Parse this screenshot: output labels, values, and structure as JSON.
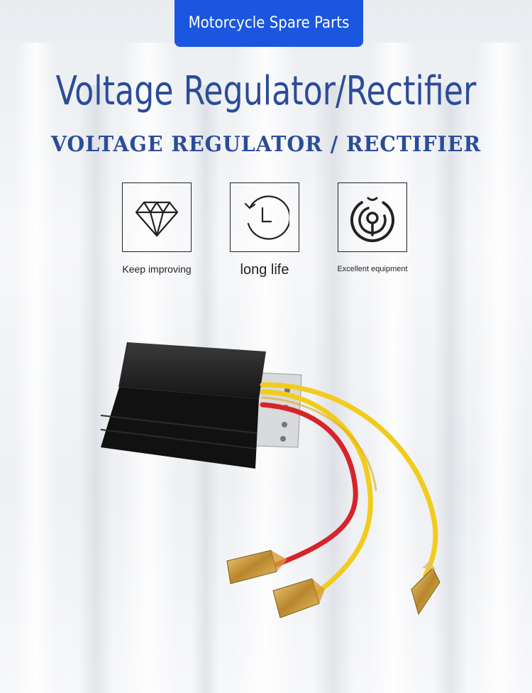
{
  "banner": {
    "tag_label": "Motorcycle Spare Parts"
  },
  "heading": {
    "title": "Voltage Regulator/Rectifier",
    "subtitle": "VOLTAGE REGULATOR / RECTIFIER"
  },
  "features": [
    {
      "icon": "diamond-icon",
      "label": "Keep improving"
    },
    {
      "icon": "clock-icon",
      "label": "long life"
    },
    {
      "icon": "signal-icon",
      "label": "Excellent equipment"
    }
  ],
  "colors": {
    "accent": "#1a56e0",
    "heading": "#2b4c9a",
    "wire_yellow": "#f2cc1c",
    "wire_red": "#d8232a"
  }
}
